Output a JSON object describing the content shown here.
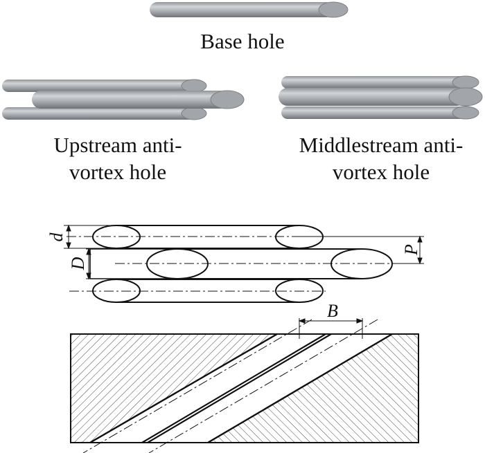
{
  "captions": {
    "base": "Base hole",
    "upstream_line1": "Upstream anti-",
    "upstream_line2": "vortex hole",
    "middlestream_line1": "Middlestream anti-",
    "middlestream_line2": "vortex hole"
  },
  "dimensions": {
    "d": "d",
    "D": "D",
    "P": "P",
    "B": "B"
  },
  "colors": {
    "rod_body": "#a9adb1",
    "rod_highlight": "#d4d7da",
    "rod_shadow": "#6e7276",
    "rod_end": "#9ea3a7",
    "line": "#111111"
  }
}
